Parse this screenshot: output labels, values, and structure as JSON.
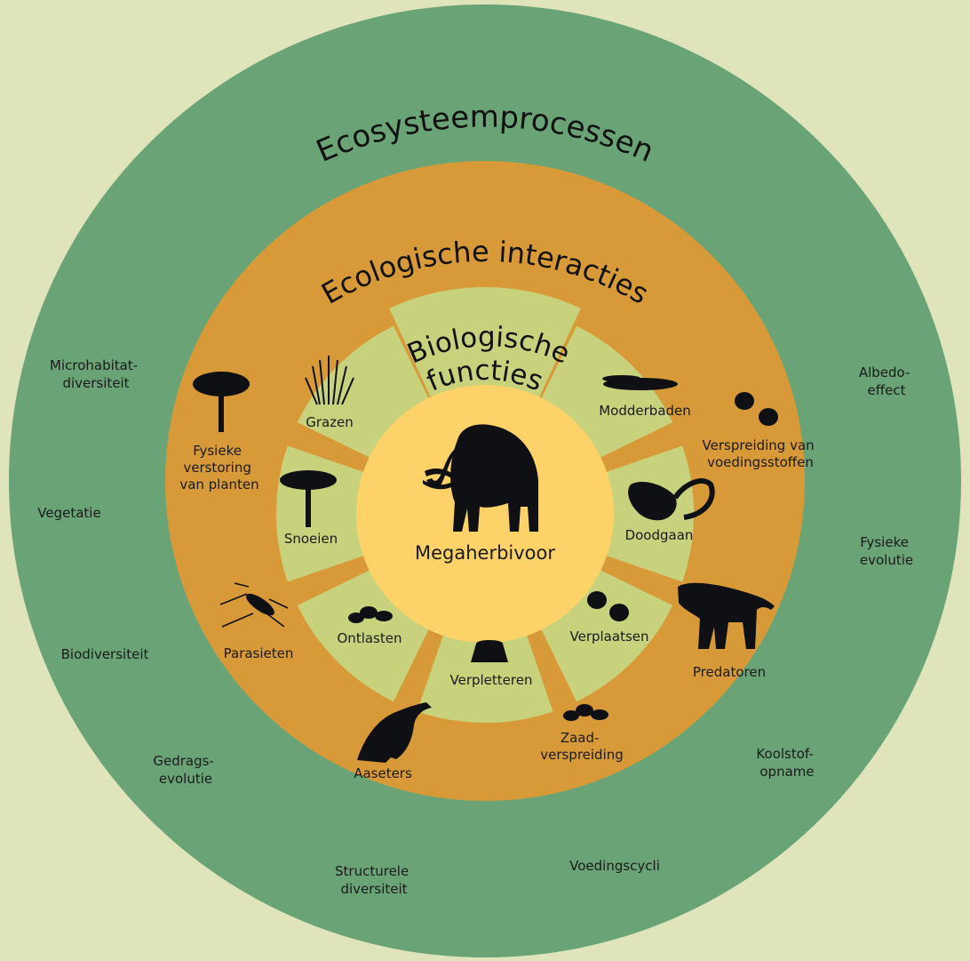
{
  "colors": {
    "background": "#dfe4bb",
    "outer_ring": "#6aa476",
    "middle_ring": "#d89a38",
    "petal": "#c8d27c",
    "center": "#fdd268",
    "silhouette": "#0e1014"
  },
  "rings": {
    "outer_title": "Ecosysteemprocessen",
    "middle_title": "Ecologische interacties",
    "inner_title_line1": "Biologische",
    "inner_title_line2": "functies"
  },
  "center": {
    "label": "Megaherbivoor",
    "icon": "mammoth-icon"
  },
  "functions": [
    {
      "label": "Grazen",
      "icon": "grass-icon"
    },
    {
      "label": "Modderbaden",
      "icon": "mud-pool-icon"
    },
    {
      "label": "Doodgaan",
      "icon": "mammoth-skull-icon"
    },
    {
      "label": "Verplaatsen",
      "icon": "footprints-icon"
    },
    {
      "label": "Verpletteren",
      "icon": "tree-stump-icon"
    },
    {
      "label": "Ontlasten",
      "icon": "dung-icon"
    },
    {
      "label": "Snoeien",
      "icon": "tree-icon"
    }
  ],
  "interactions": {
    "plant_disturbance": {
      "lines": [
        "Fysieke",
        "verstoring",
        "van planten"
      ],
      "icon": "acacia-tree-icon"
    },
    "nutrient_spread": {
      "lines": [
        "Verspreiding van",
        "voedingsstoffen"
      ],
      "icon": "footprints-icon"
    },
    "predators": {
      "label": "Predatoren",
      "icon": "sabertooth-cat-icon"
    },
    "seed_dispersal": {
      "lines": [
        "Zaad-",
        "verspreiding"
      ],
      "icon": "dung-icon"
    },
    "scavengers": {
      "label": "Aaseters",
      "icon": "vulture-icon"
    },
    "parasites": {
      "label": "Parasieten",
      "icon": "mosquito-icon"
    }
  },
  "processes": {
    "microhabitat": [
      "Microhabitat-",
      "diversiteit"
    ],
    "albedo": [
      "Albedo-",
      "effect"
    ],
    "vegetation": "Vegetatie",
    "physical_evolution": [
      "Fysieke",
      "evolutie"
    ],
    "biodiversity": "Biodiversiteit",
    "behavioral_evolution": [
      "Gedrags-",
      "evolutie"
    ],
    "carbon_uptake": [
      "Koolstof-",
      "opname"
    ],
    "structural_diversity": [
      "Structurele",
      "diversiteit"
    ],
    "nutrient_cycles": "Voedingscycli"
  }
}
